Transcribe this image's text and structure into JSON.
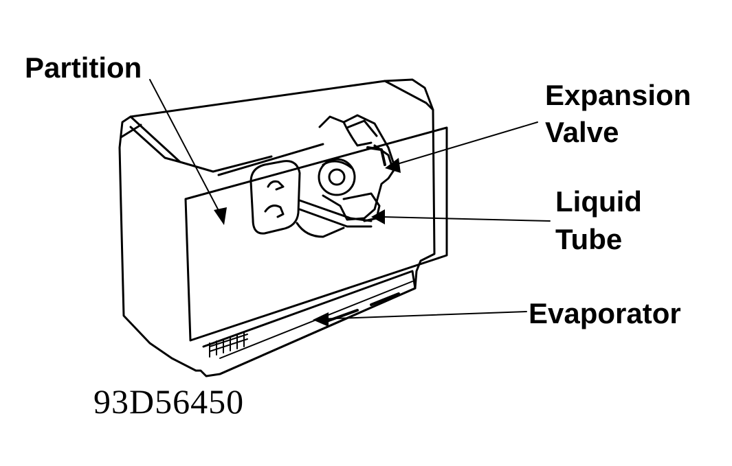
{
  "labels": {
    "partition": "Partition",
    "expansion_valve_line1": "Expansion",
    "expansion_valve_line2": "Valve",
    "liquid_tube_line1": "Liquid",
    "liquid_tube_line2": "Tube",
    "evaporator": "Evaporator"
  },
  "figure_number": "93D56450",
  "colors": {
    "ink": "#000000",
    "paper": "#ffffff"
  }
}
